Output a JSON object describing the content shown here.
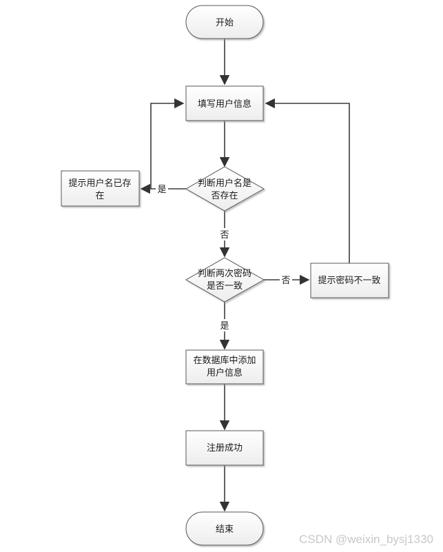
{
  "nodes": {
    "start": "开始",
    "fill_info": "填写用户信息",
    "check_user": [
      "判断用户名是",
      "否存在"
    ],
    "user_exists": [
      "提示用户名已存",
      "在"
    ],
    "check_pwd": [
      "判断两次密码",
      "是否一致"
    ],
    "pwd_mismatch": "提示密码不一致",
    "add_db": [
      "在数据库中添加",
      "用户信息"
    ],
    "success": "注册成功",
    "end": "结束"
  },
  "edge_labels": {
    "user_yes": "是",
    "user_no": "否",
    "pwd_no": "否",
    "pwd_yes": "是"
  },
  "watermark": "CSDN @weixin_bysj1330"
}
